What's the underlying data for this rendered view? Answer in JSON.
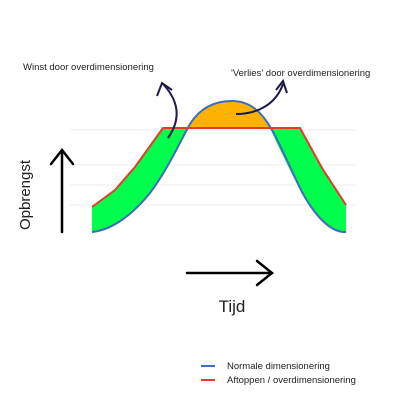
{
  "annotations": {
    "gain": "Winst door overdimensionering",
    "loss": "'Verlies' door overdimensionering"
  },
  "axes": {
    "y_label": "Opbrengst",
    "x_label": "Tijd"
  },
  "legend": {
    "items": [
      {
        "label": "Normale dimensionering",
        "color": "#3b6fb8"
      },
      {
        "label": "Aftoppen / overdimensionering",
        "color": "#e8392c"
      }
    ]
  },
  "colors": {
    "gain_fill": "#00ff4c",
    "loss_fill": "#ffb300",
    "arrow": "#1c1a4a",
    "axis": "#000000"
  }
}
